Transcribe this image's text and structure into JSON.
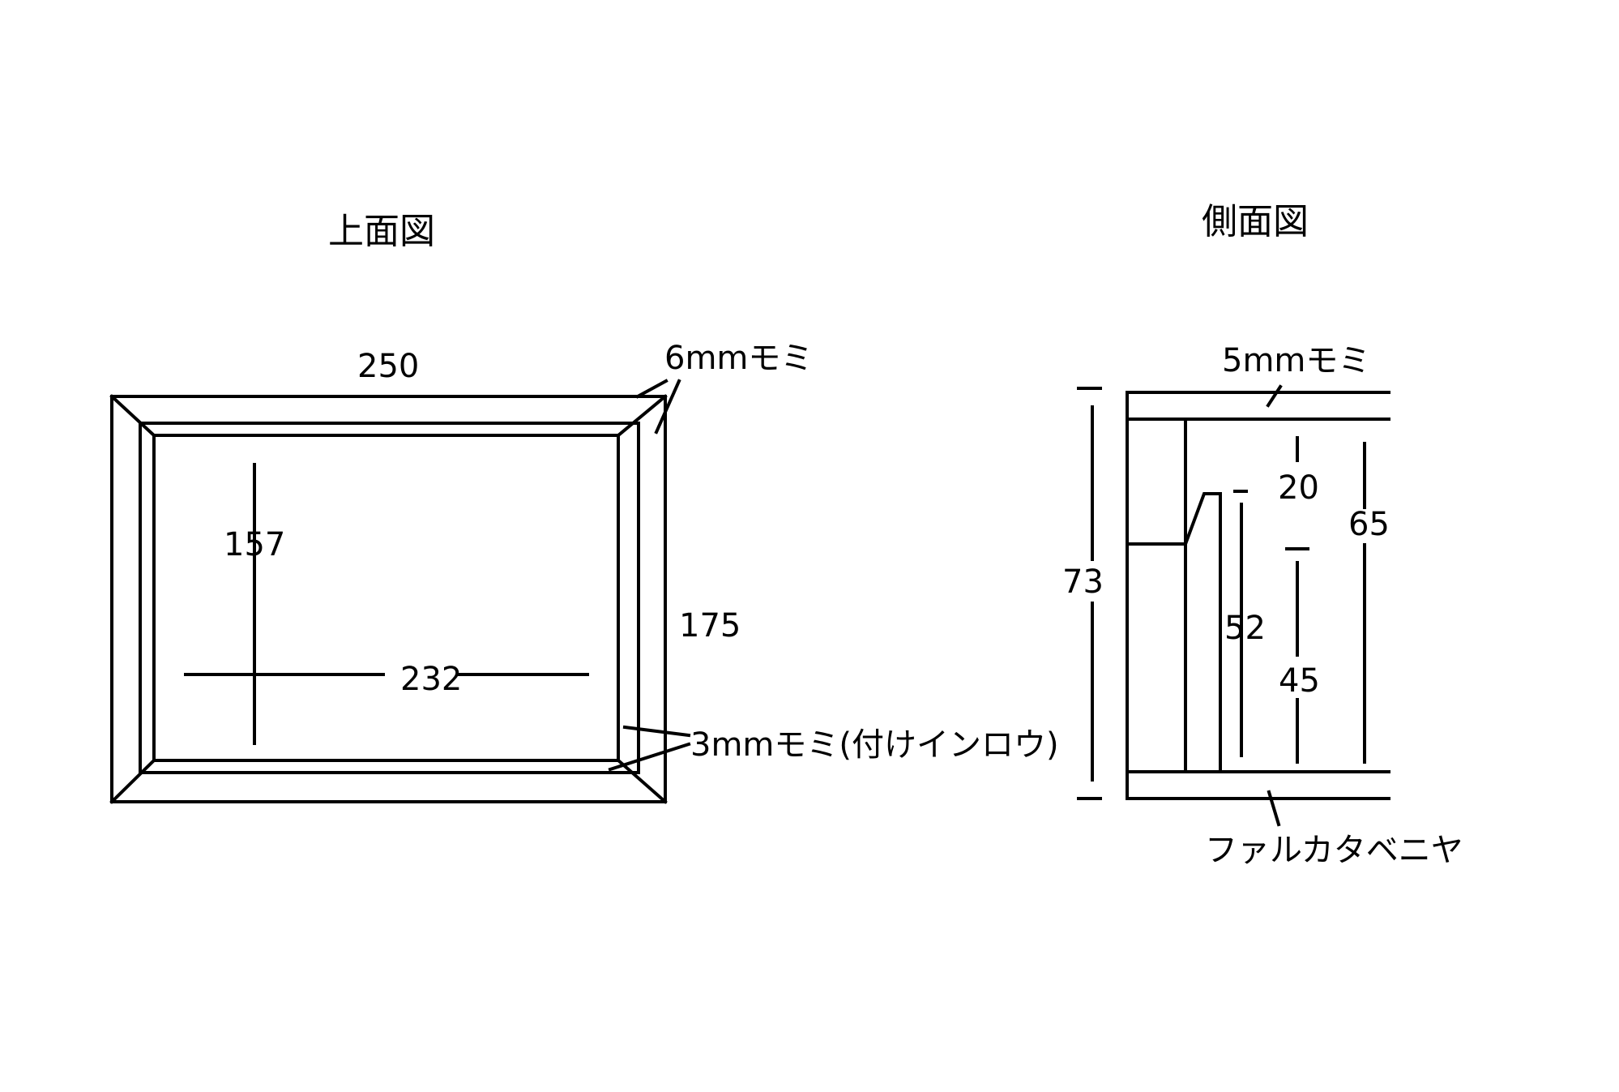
{
  "top_view": {
    "title": "上面図",
    "outer_width": "250",
    "outer_depth": "175",
    "inner_depth": "157",
    "inner_width": "232",
    "frame_label": "6mmモミ",
    "inlay_label": "3mmモミ(付けインロウ)"
  },
  "side_view": {
    "title": "側面図",
    "top_board_label": "5mmモミ",
    "total_height": "73",
    "dim_20": "20",
    "dim_65": "65",
    "dim_52": "52",
    "dim_45": "45",
    "bottom_label": "ファルカタベニヤ"
  }
}
